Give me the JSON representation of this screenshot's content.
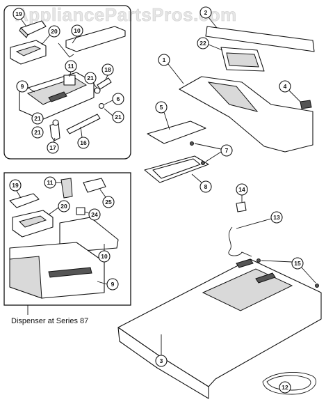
{
  "watermark": "AppliancePartsPros.com",
  "caption": "Dispenser at Series 87",
  "callouts": {
    "c1": "1",
    "c2": "2",
    "c3": "3",
    "c4": "4",
    "c5": "5",
    "c6": "6",
    "c7": "7",
    "c8": "8",
    "c9": "9",
    "c10": "10",
    "c11": "11",
    "c12": "12",
    "c13": "13",
    "c14": "14",
    "c15": "15",
    "c16": "16",
    "c17": "17",
    "c18": "18",
    "c19": "19",
    "c20": "20",
    "c21a": "21",
    "c21b": "21",
    "c21c": "21",
    "c21d": "21",
    "c22": "22",
    "i19": "19",
    "i11": "11",
    "i25": "25",
    "i20": "20",
    "i24": "24",
    "i10": "10",
    "i9": "9"
  }
}
